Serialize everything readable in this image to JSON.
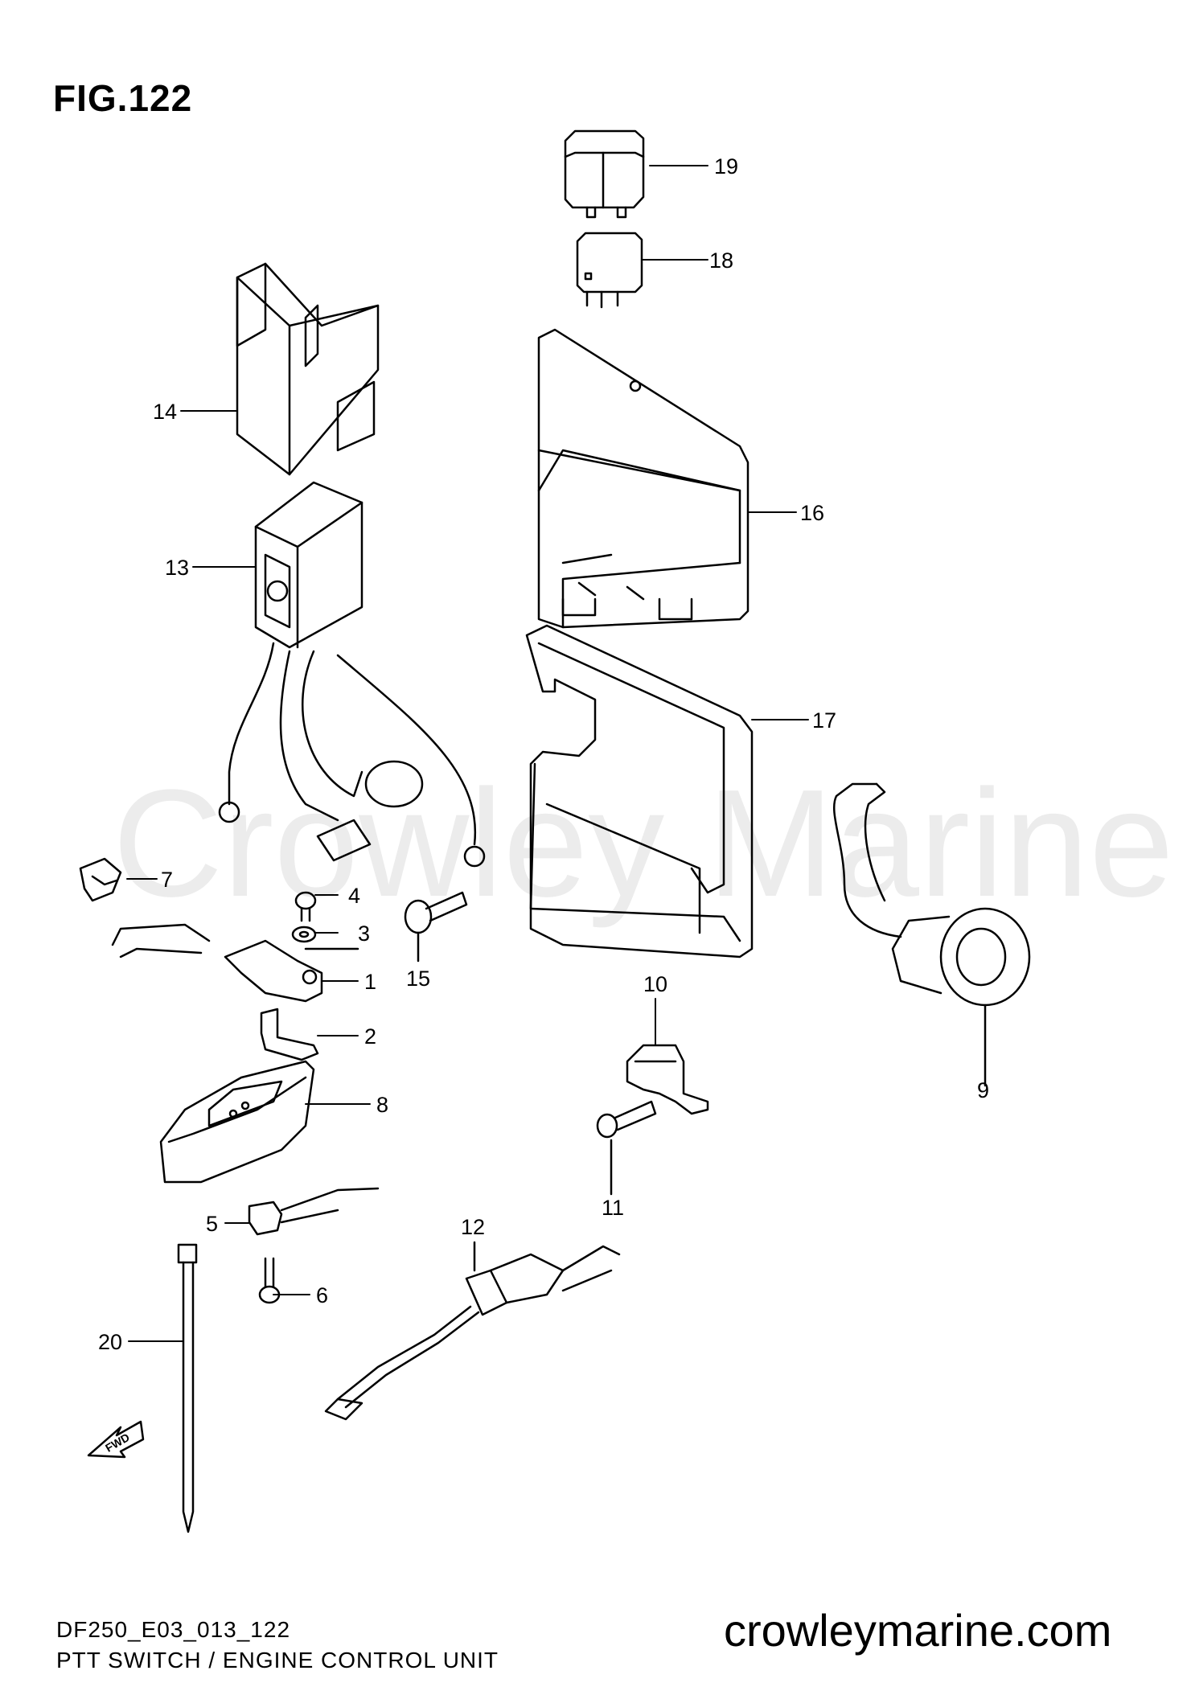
{
  "figure": {
    "title": "FIG.122"
  },
  "watermark": "Crowley Marine",
  "callouts": [
    {
      "id": "1",
      "label": "1"
    },
    {
      "id": "2",
      "label": "2"
    },
    {
      "id": "3",
      "label": "3"
    },
    {
      "id": "4",
      "label": "4"
    },
    {
      "id": "5",
      "label": "5"
    },
    {
      "id": "6",
      "label": "6"
    },
    {
      "id": "7",
      "label": "7"
    },
    {
      "id": "8",
      "label": "8"
    },
    {
      "id": "9",
      "label": "9"
    },
    {
      "id": "10",
      "label": "10"
    },
    {
      "id": "11",
      "label": "11"
    },
    {
      "id": "12",
      "label": "12"
    },
    {
      "id": "13",
      "label": "13"
    },
    {
      "id": "14",
      "label": "14"
    },
    {
      "id": "15",
      "label": "15"
    },
    {
      "id": "16",
      "label": "16"
    },
    {
      "id": "17",
      "label": "17"
    },
    {
      "id": "18",
      "label": "18"
    },
    {
      "id": "19",
      "label": "19"
    },
    {
      "id": "20",
      "label": "20"
    }
  ],
  "fwd_label": "FWD",
  "footer": {
    "code": "DF250_E03_013_122",
    "title": "PTT SWITCH / ENGINE CONTROL UNIT"
  },
  "site_url": "crowleymarine.com"
}
